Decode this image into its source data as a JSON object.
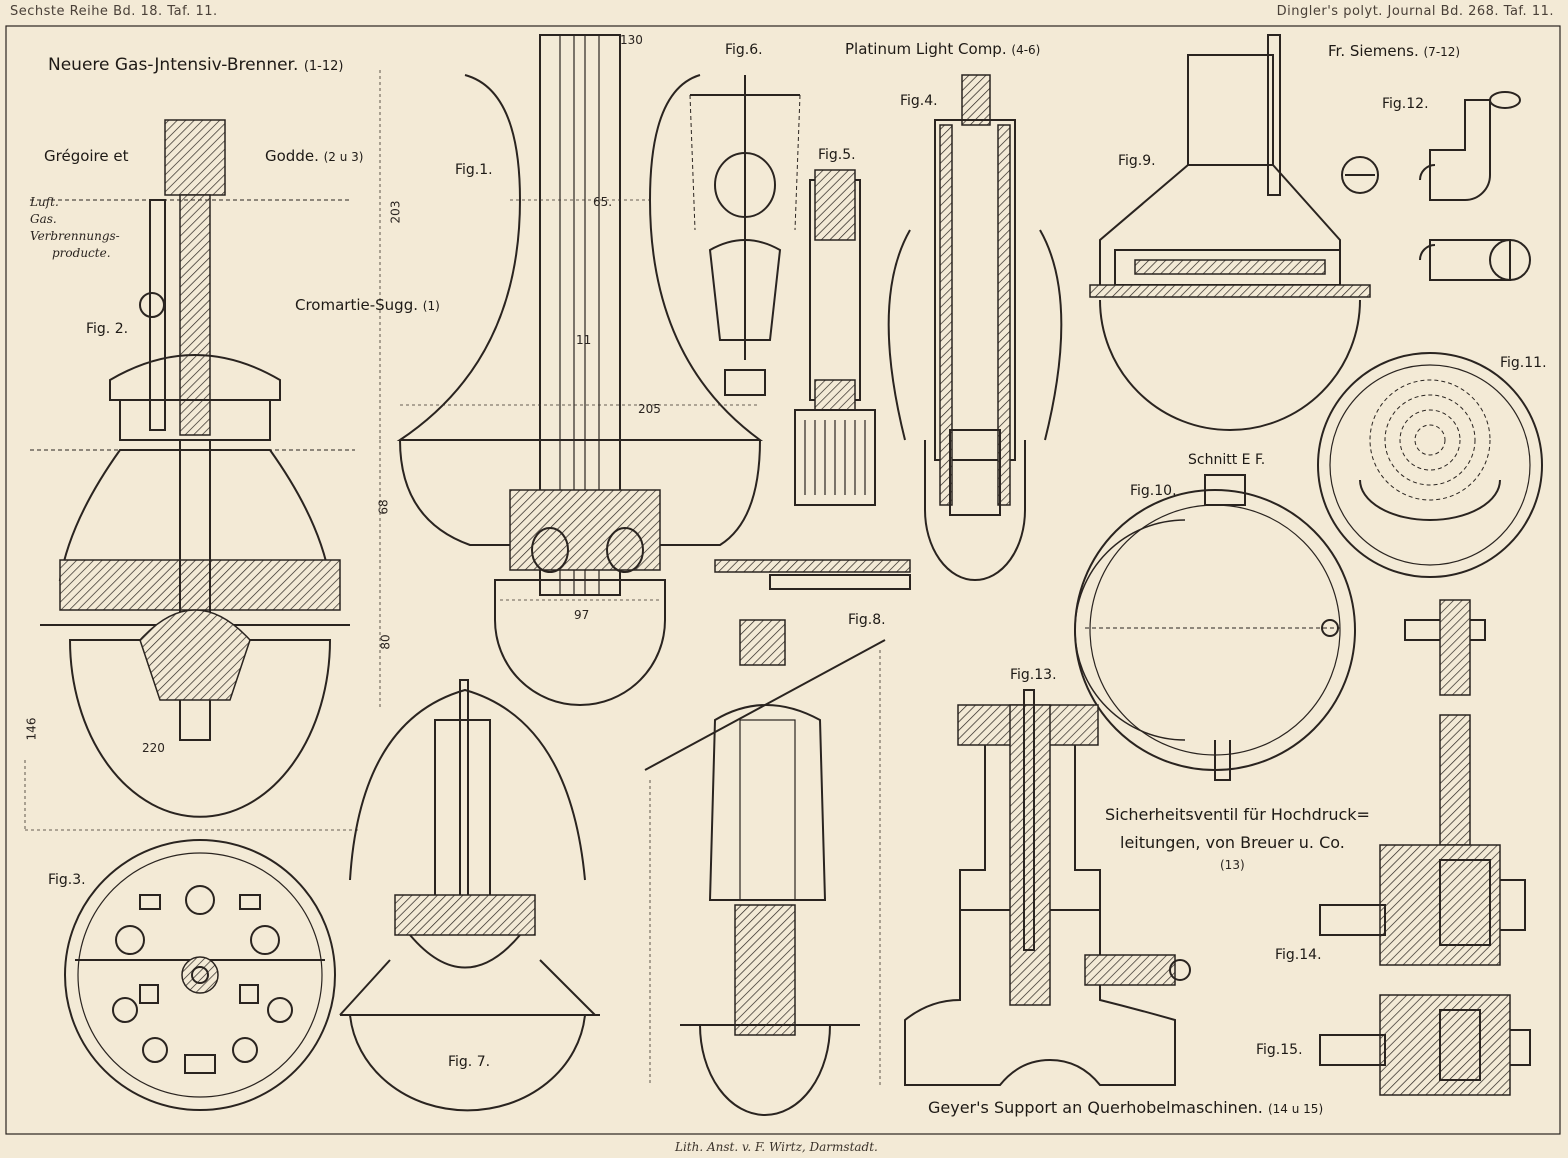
{
  "header": {
    "left": "Sechste Reihe Bd. 18. Taf. 11.",
    "right": "Dingler's polyt. Journal Bd. 268. Taf. 11."
  },
  "titles": {
    "main": "Neuere Gas-Jntensiv-Brenner.",
    "main_ref": "(1-12)",
    "gregoire": "Grégoire et",
    "godde": "Godde.",
    "godde_ref": "(2 u 3)",
    "cromartie": "Cromartie-Sugg.",
    "cromartie_ref": "(1)",
    "platinum": "Platinum Light Comp.",
    "platinum_ref": "(4-6)",
    "siemens": "Fr. Siemens.",
    "siemens_ref": "(7-12)",
    "safety_line1": "Sicherheitsventil für Hochdruck=",
    "safety_line2": "leitungen, von Breuer u. Co.",
    "safety_ref": "(13)",
    "geyer": "Geyer's Support an Querhobelmaschinen.",
    "geyer_ref": "(14 u 15)",
    "schnitt": "Schnitt E F."
  },
  "legend": {
    "luft": "Luft.",
    "gas": "Gas.",
    "verbrennung_1": "Verbrennungs-",
    "verbrennung_2": "producte."
  },
  "figures": {
    "fig1": "Fig.1.",
    "fig2": "Fig. 2.",
    "fig3": "Fig.3.",
    "fig4": "Fig.4.",
    "fig5": "Fig.5.",
    "fig6": "Fig.6.",
    "fig7": "Fig. 7.",
    "fig8": "Fig.8.",
    "fig9": "Fig.9.",
    "fig10": "Fig.10.",
    "fig11": "Fig.11.",
    "fig12": "Fig.12.",
    "fig13": "Fig.13.",
    "fig14": "Fig.14.",
    "fig15": "Fig.15."
  },
  "dimensions": {
    "d130": "130",
    "d65": "65.",
    "d203": "203",
    "d205": "205",
    "d68": "68",
    "d80": "80",
    "d97": "97",
    "d146": "146",
    "d220": "220",
    "d11": "11"
  },
  "footer": "Lith. Anst. v. F. Wirtz, Darmstadt."
}
